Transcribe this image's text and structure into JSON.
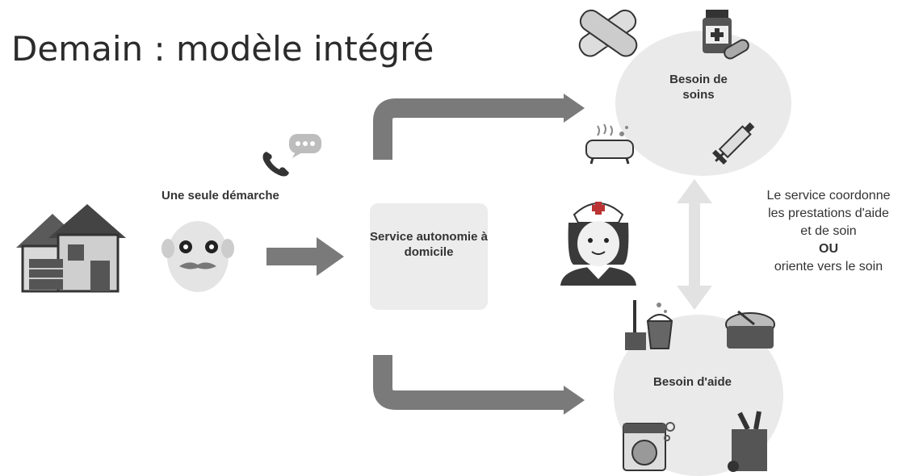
{
  "title": "Demain : modèle intégré",
  "step_label": "Une seule démarche",
  "service_label": "Service autonomie à domicile",
  "care_label": "Besoin de soins",
  "help_label": "Besoin d'aide",
  "side_note": {
    "line1": "Le service coordonne",
    "line2": "les prestations d'aide",
    "line3": "et de soin",
    "or": "OU",
    "line4": "oriente vers le soin"
  },
  "icons": [
    "house-icon",
    "phone-icon",
    "speech-bubble-icon",
    "elderly-person-icon",
    "bandage-icon",
    "medicine-bottle-icon",
    "pill-icon",
    "bathtub-icon",
    "syringe-icon",
    "nurse-icon",
    "cleaning-supplies-icon",
    "meal-bowl-icon",
    "washing-machine-icon",
    "grocery-bag-icon"
  ],
  "colors": {
    "arrow": "#7a7a7a",
    "circle_fill": "#eaeaea",
    "box_fill": "#ececec",
    "text": "#333333"
  }
}
